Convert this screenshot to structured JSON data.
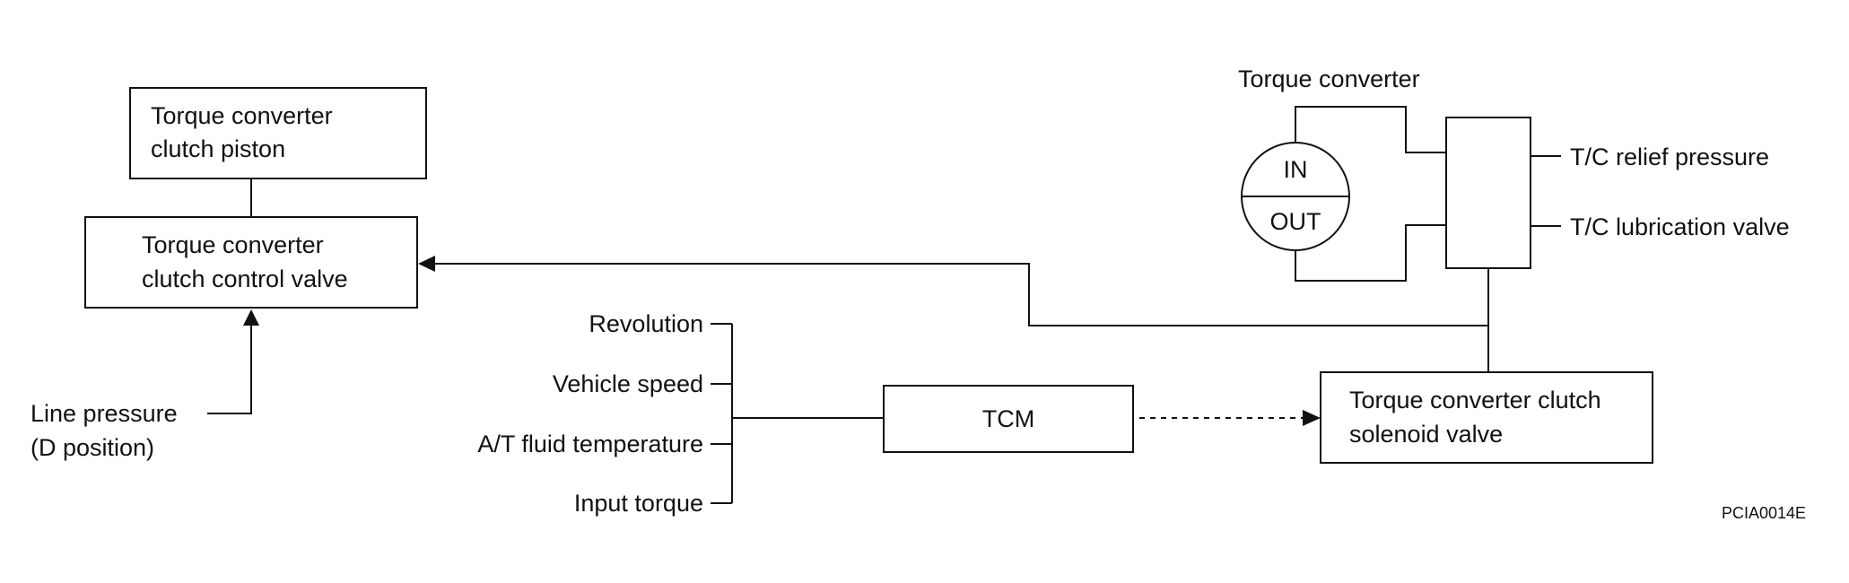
{
  "blocks": {
    "piston": [
      "Torque converter",
      "clutch piston"
    ],
    "control_valve": [
      "Torque converter",
      "clutch control valve"
    ],
    "tcm": "TCM",
    "solenoid": [
      "Torque converter clutch",
      "solenoid valve"
    ]
  },
  "line_pressure": [
    "Line pressure",
    "(D position)"
  ],
  "inputs": [
    "Revolution",
    "Vehicle speed",
    "A/T fluid temperature",
    "Input torque"
  ],
  "torque_converter": {
    "title": "Torque converter",
    "in": "IN",
    "out": "OUT"
  },
  "outputs": [
    "T/C relief pressure",
    "T/C lubrication valve"
  ],
  "figure_code": "PCIA0014E"
}
